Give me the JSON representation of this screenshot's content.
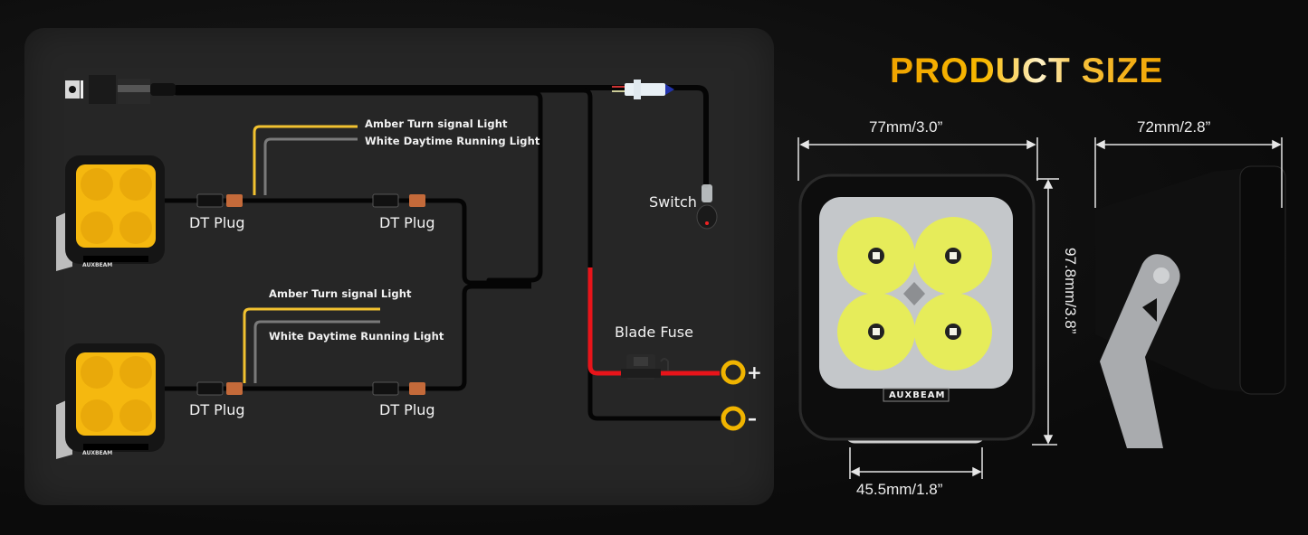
{
  "wiring_panel": {
    "labels": {
      "top_amber": "Amber Turn signal Light",
      "top_white": "White Daytime Running Light",
      "bottom_amber": "Amber Turn signal Light",
      "bottom_white": "White Daytime Running Light",
      "dt_plug_1": "DT Plug",
      "dt_plug_2": "DT Plug",
      "dt_plug_3": "DT Plug",
      "dt_plug_4": "DT Plug",
      "switch": "Switch",
      "blade_fuse": "Blade Fuse",
      "positive": "+",
      "negative": "–"
    },
    "lamp_brand": "AUXBEAM",
    "colors": {
      "amber_wire": "#f2c230",
      "white_wire": "#8a8a8a",
      "red_wire": "#e8141a",
      "black_wire": "#050505",
      "terminal_ring": "#f0b400",
      "amber_lens": "#f5b80f"
    }
  },
  "product_size": {
    "title": "PRODUCT SIZE",
    "front_width": "77mm/3.0”",
    "height": "97.8mm/3.8”",
    "bracket_width": "45.5mm/1.8”",
    "depth": "72mm/2.8”",
    "brand": "AUXBEAM"
  }
}
